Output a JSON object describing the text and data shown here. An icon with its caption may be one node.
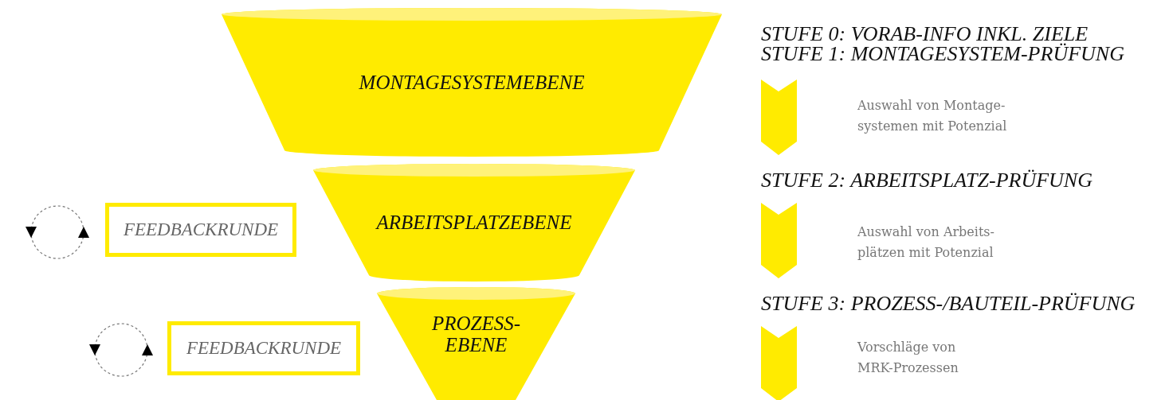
{
  "diagram": {
    "nodes": [
      {
        "text": [
          "MONTAGESYSTEMEBENE"
        ]
      },
      {
        "text": [
          "ARBEITSPLATZEBENE"
        ]
      },
      {
        "text": [
          "PROZESS- EBENE"
        ]
      },
      {
        "text": [
          "FEEDBACKRUNDE"
        ]
      },
      {
        "text": [
          "FEEDBACKRUNDE"
        ]
      }
    ],
    "labels": [
      "STUFE 0: VORAB-INFO INKL. ZIELE",
      "STUFE 1: MONTAGESYSTEM-PRÜFUNG",
      "Auswahl von Montage- systemen mit Potenzial",
      "STUFE 2: ARBEITSPLATZ-PRÜFUNG",
      "Auswahl von Arbeits- plätzen mit Potenzial",
      "STUFE 3: PROZESS-/BAUTEIL-PRÜFUNG",
      "Vorschläge von MRK-Prozessen"
    ]
  }
}
